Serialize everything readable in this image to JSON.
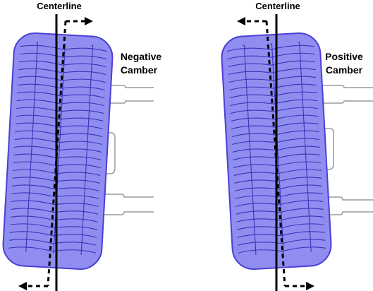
{
  "left_panel": {
    "centerline_label": "Centerline",
    "camber_label_line1": "Negative",
    "camber_label_line2": "Camber"
  },
  "right_panel": {
    "centerline_label": "Centerline",
    "camber_label_line1": "Positive",
    "camber_label_line2": "Camber"
  },
  "colors": {
    "tire_fill": "#8f8ef0",
    "tire_outline": "#4b3fd6",
    "tread_line": "#3a33b8",
    "suspension_fill": "#ffffff",
    "suspension_stroke": "#9a9a9a",
    "centerline": "#000000",
    "tilt_line": "#000000"
  },
  "icons": [
    "tire",
    "suspension-arm",
    "arrow-head"
  ]
}
